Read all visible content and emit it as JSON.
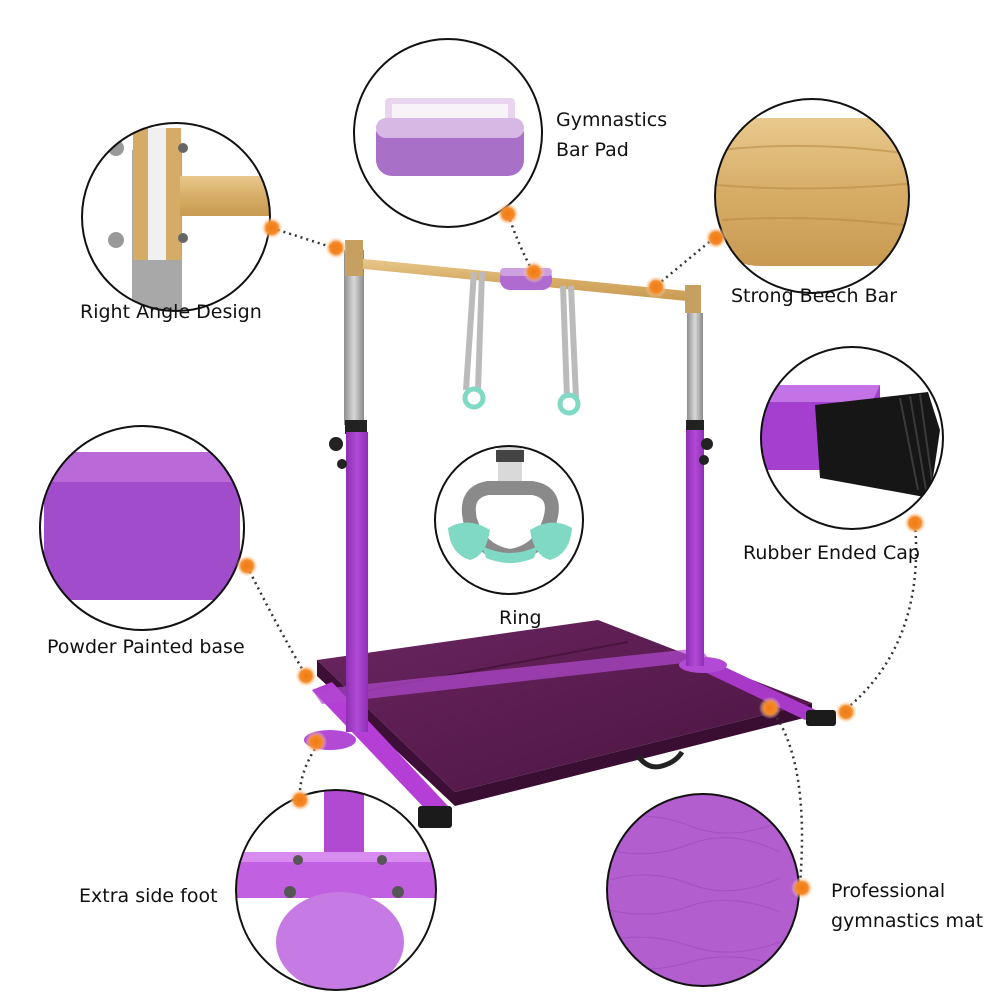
{
  "labels": {
    "bar_pad_line1": "Gymnastics",
    "bar_pad_line2": "Bar Pad",
    "right_angle": "Right Angle Design",
    "beech_bar": "Strong Beech Bar",
    "rubber_cap": "Rubber Ended Cap",
    "ring": "Ring",
    "powder_base": "Powder Painted base",
    "side_foot": "Extra side foot",
    "mat_line1": "Professional",
    "mat_line2": "gymnastics mat"
  },
  "colors": {
    "frame_purple": "#a53fc9",
    "mat_purple": "#5a1d4e",
    "wood": "#d8b06a",
    "marker_orange": "#f07a10",
    "ring_mint": "#7fd9c3"
  }
}
